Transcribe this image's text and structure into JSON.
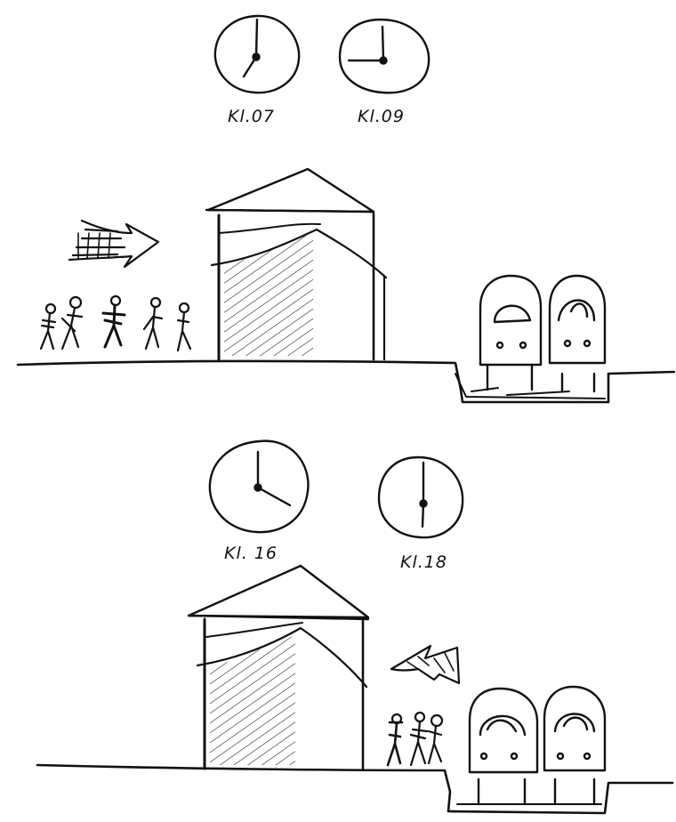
{
  "top_scene": {
    "clock_labels": [
      "Kl.07",
      "Kl.09"
    ]
  },
  "bottom_scene": {
    "clock_labels": [
      "Kl. 16",
      "Kl.18"
    ]
  },
  "colors": {
    "ink": "#111111",
    "paper": "#ffffff"
  }
}
